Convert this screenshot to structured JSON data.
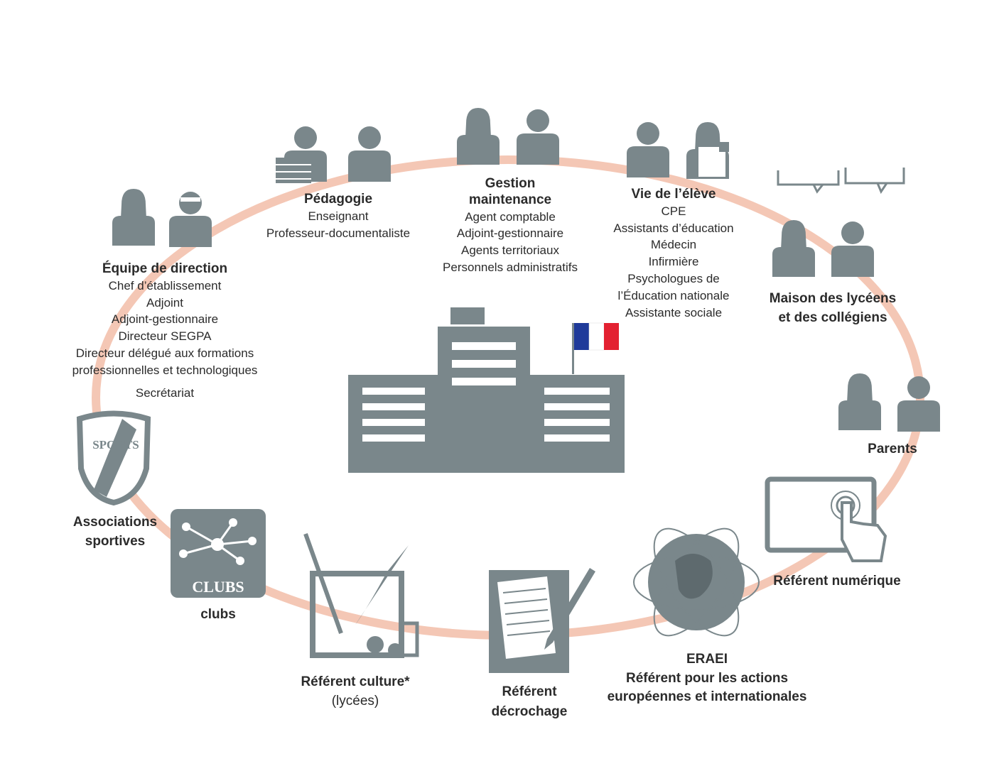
{
  "groups": {
    "direction": {
      "title": "Équipe de direction",
      "items": [
        "Chef d’établissement",
        "Adjoint",
        "Adjoint-gestionnaire",
        "Directeur SEGPA",
        "Directeur délégué aux formations",
        "professionnelles et technologiques"
      ],
      "extra": "Secrétariat"
    },
    "pedagogie": {
      "title": "Pédagogie",
      "items": [
        "Enseignant",
        "Professeur-documentaliste"
      ]
    },
    "gestion": {
      "title1": "Gestion",
      "title2": "maintenance",
      "items": [
        "Agent comptable",
        "Adjoint-gestionnaire",
        "Agents territoriaux",
        "Personnels administratifs"
      ]
    },
    "vie": {
      "title": "Vie de l’élève",
      "items": [
        "CPE",
        "Assistants d’éducation",
        "Médecin",
        "Infirmière",
        "Psychologues de",
        "l’Éducation nationale",
        "Assistante sociale"
      ]
    },
    "maison": {
      "line1": "Maison des lycéens",
      "line2": "et des collégiens"
    },
    "parents": {
      "title": "Parents"
    },
    "numerique": {
      "title": "Référent numérique"
    },
    "eraei": {
      "title": "ERAEI",
      "line1": "Référent pour les actions",
      "line2": "européennes et internationales"
    },
    "decrochage": {
      "line1": "Référent",
      "line2": "décrochage"
    },
    "culture": {
      "title": "Référent culture*",
      "sub": "(lycées)"
    },
    "clubs": {
      "title": "clubs",
      "badge": "CLUBS"
    },
    "sports": {
      "line1": "Associations",
      "line2": "sportives",
      "badge": "SPORTS"
    }
  },
  "colors": {
    "ring": "#f4c7b5",
    "icon": "#7a878b",
    "flag_blue": "#1f3a9a",
    "flag_red": "#e32131"
  }
}
